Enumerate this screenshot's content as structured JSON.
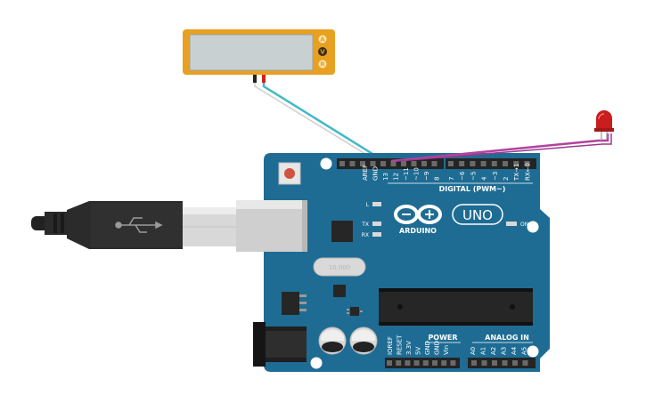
{
  "multimeter": {
    "display_value": "",
    "modes": [
      "A",
      "V",
      "R"
    ]
  },
  "arduino": {
    "brand": "ARDUINO",
    "model": "UNO",
    "digital_header_label": "DIGITAL (PWM~)",
    "digital_pins_left": [
      "AREF",
      "GND",
      "13",
      "12",
      "~11",
      "~10",
      "~9",
      "8"
    ],
    "digital_pins_right": [
      "7",
      "~6",
      "~5",
      "4",
      "~3",
      "2",
      "TX→1",
      "RX←0"
    ],
    "led_labels": {
      "l": "L",
      "tx": "TX",
      "rx": "RX",
      "on": "ON"
    },
    "crystal_label": "16.000",
    "power_header_label": "POWER",
    "power_pins": [
      "IOREF",
      "RESET",
      "3.3V",
      "5V",
      "GND",
      "GND",
      "Vin"
    ],
    "analog_header_label": "ANALOG IN",
    "analog_pins": [
      "A0",
      "A1",
      "A2",
      "A3",
      "A4",
      "A5"
    ]
  },
  "components": {
    "led_color": "red",
    "usb_cable": "usb-b"
  },
  "colors": {
    "board": "#1e6c93",
    "meter_body": "#e8a020",
    "meter_screen": "#c8d0d0",
    "wire_cyan": "#43b8c9",
    "wire_white": "#e6e6e6",
    "wire_magenta": "#b2439d",
    "led_red": "#cc2020"
  }
}
